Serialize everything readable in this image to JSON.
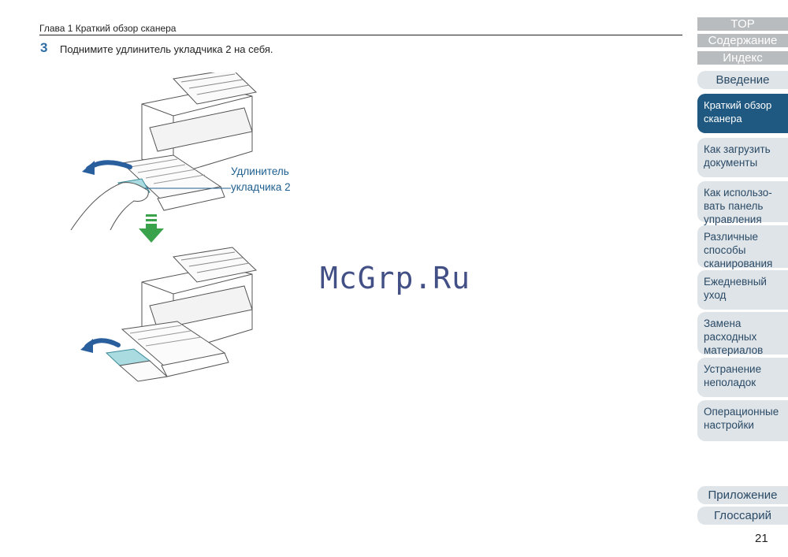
{
  "header": {
    "chapter": "Глава 1 Краткий обзор сканера"
  },
  "step": {
    "number": "3",
    "text": "Поднимите удлинитель укладчика 2 на себя."
  },
  "figure": {
    "callout_line1": "Удлинитель",
    "callout_line2": "укладчика 2"
  },
  "watermark": "McGrp.Ru",
  "nav": {
    "top": "TOP",
    "contents": "Содержание",
    "index": "Индекс",
    "tabs": [
      "Введение",
      "Краткий обзор сканера",
      "Как загрузить документы",
      "Как использо-вать панель управления",
      "Различные способы сканирования",
      "Ежедневный уход",
      "Замена расходных материалов",
      "Устранение неполадок",
      "Операционные настройки",
      "Приложение",
      "Глоссарий"
    ]
  },
  "page_number": "21",
  "colors": {
    "accent_blue": "#1f5880",
    "arrow_green": "#3aa24a",
    "arrow_blue": "#2a5f9e",
    "tab_bg": "#dfe4e8",
    "top_bg": "#b8bcbf"
  }
}
